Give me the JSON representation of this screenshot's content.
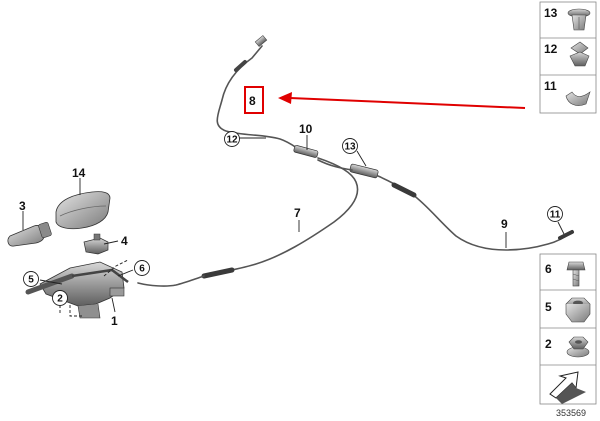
{
  "callouts": {
    "c1": "1",
    "c2": "2",
    "c3": "3",
    "c4": "4",
    "c5": "5",
    "c6": "6",
    "c7": "7",
    "c8": "8",
    "c9": "9",
    "c10": "10",
    "c11": "11",
    "c12": "12",
    "c13": "13",
    "c14": "14"
  },
  "side_panel": {
    "top_items": [
      "13",
      "12",
      "11"
    ],
    "bottom_items": [
      "6",
      "5",
      "2"
    ]
  },
  "highlight": {
    "label": "8",
    "color": "#e00000"
  },
  "diagram_id": "353569"
}
